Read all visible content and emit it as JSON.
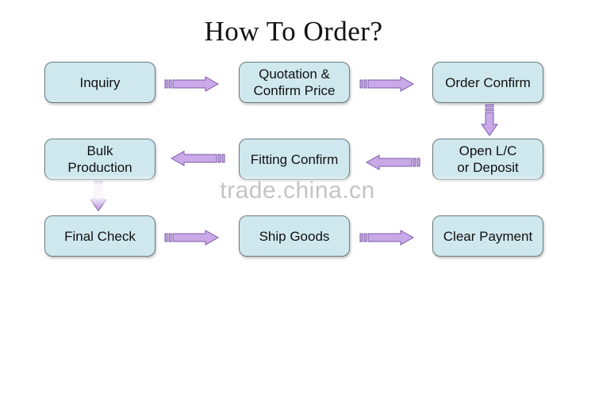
{
  "title": "How To Order?",
  "steps": {
    "inquiry": "Inquiry",
    "quotation": "Quotation &\nConfirm Price",
    "order_confirm": "Order Confirm",
    "bulk_production": "Bulk\nProduction",
    "fitting_confirm": "Fitting Confirm",
    "open_lc": "Open L/C\nor Deposit",
    "final_check": "Final Check",
    "ship_goods": "Ship Goods",
    "clear_payment": "Clear Payment"
  },
  "watermark": "trade.china.cn",
  "colors": {
    "box_fill": "#cfe8ee",
    "arrow_fill": "#c9a9e8",
    "arrow_stroke": "#7b5aa6"
  }
}
